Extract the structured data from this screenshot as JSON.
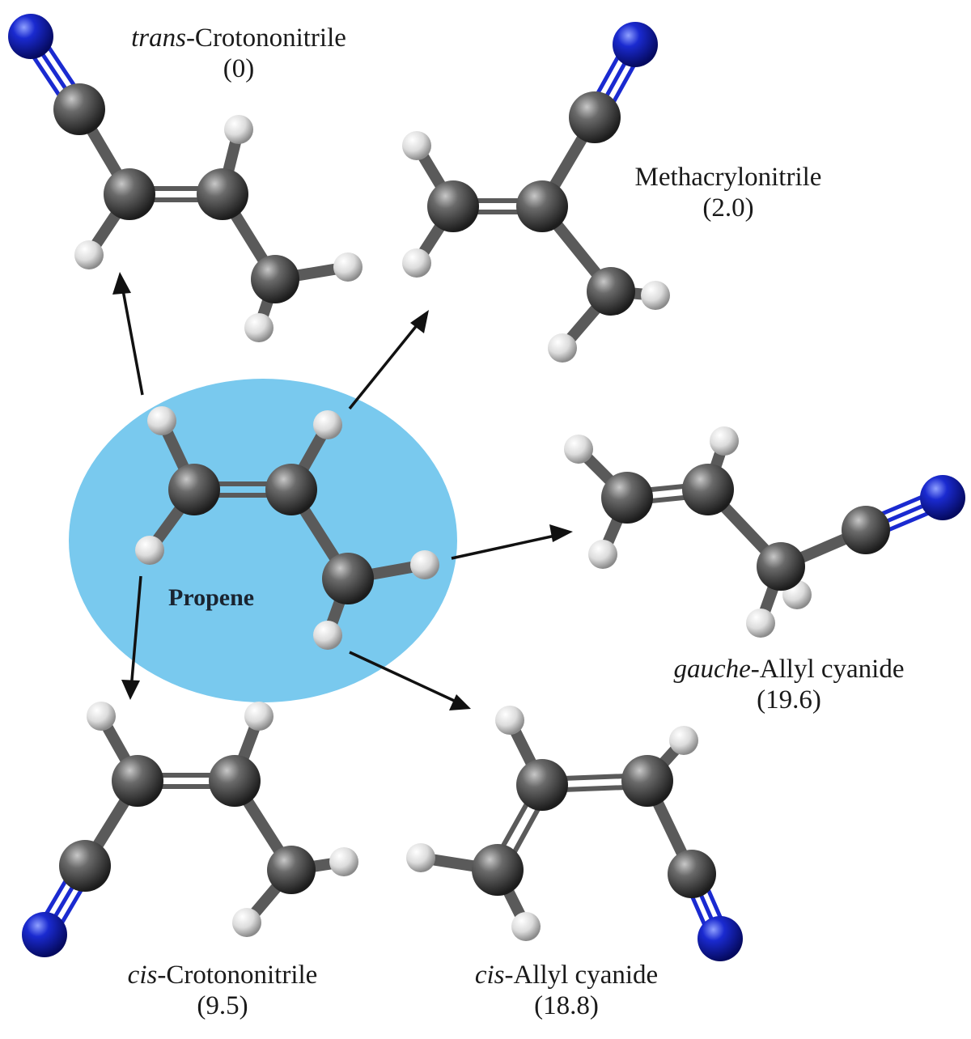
{
  "center": {
    "label": "Propene"
  },
  "molecules": [
    {
      "prefix": "trans",
      "name": "-Crotononitrile",
      "energy": "(0)"
    },
    {
      "prefix": "",
      "name": "Methacrylonitrile",
      "energy": "(2.0)"
    },
    {
      "prefix": "gauche",
      "name": "-Allyl cyanide",
      "energy": "(19.6)"
    },
    {
      "prefix": "cis",
      "name": "-Allyl cyanide",
      "energy": "(18.8)"
    },
    {
      "prefix": "cis",
      "name": "-Crotononitrile",
      "energy": "(9.5)"
    }
  ],
  "colors": {
    "carbon": "#3a3a3a",
    "hydrogen": "#e8e8e8",
    "nitrogen": "#0a14a0",
    "ellipse": "#79c9ee",
    "arrow": "#111111"
  }
}
